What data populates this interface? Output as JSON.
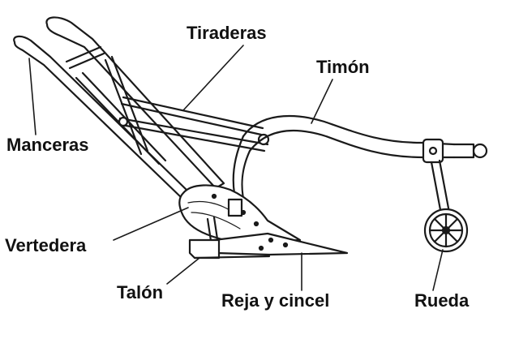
{
  "diagram": {
    "labels": {
      "tiraderas": "Tiraderas",
      "timon": "Timón",
      "manceras": "Manceras",
      "vertedera": "Vertedera",
      "talon": "Talón",
      "reja": "Reja y cincel",
      "rueda": "Rueda"
    }
  }
}
